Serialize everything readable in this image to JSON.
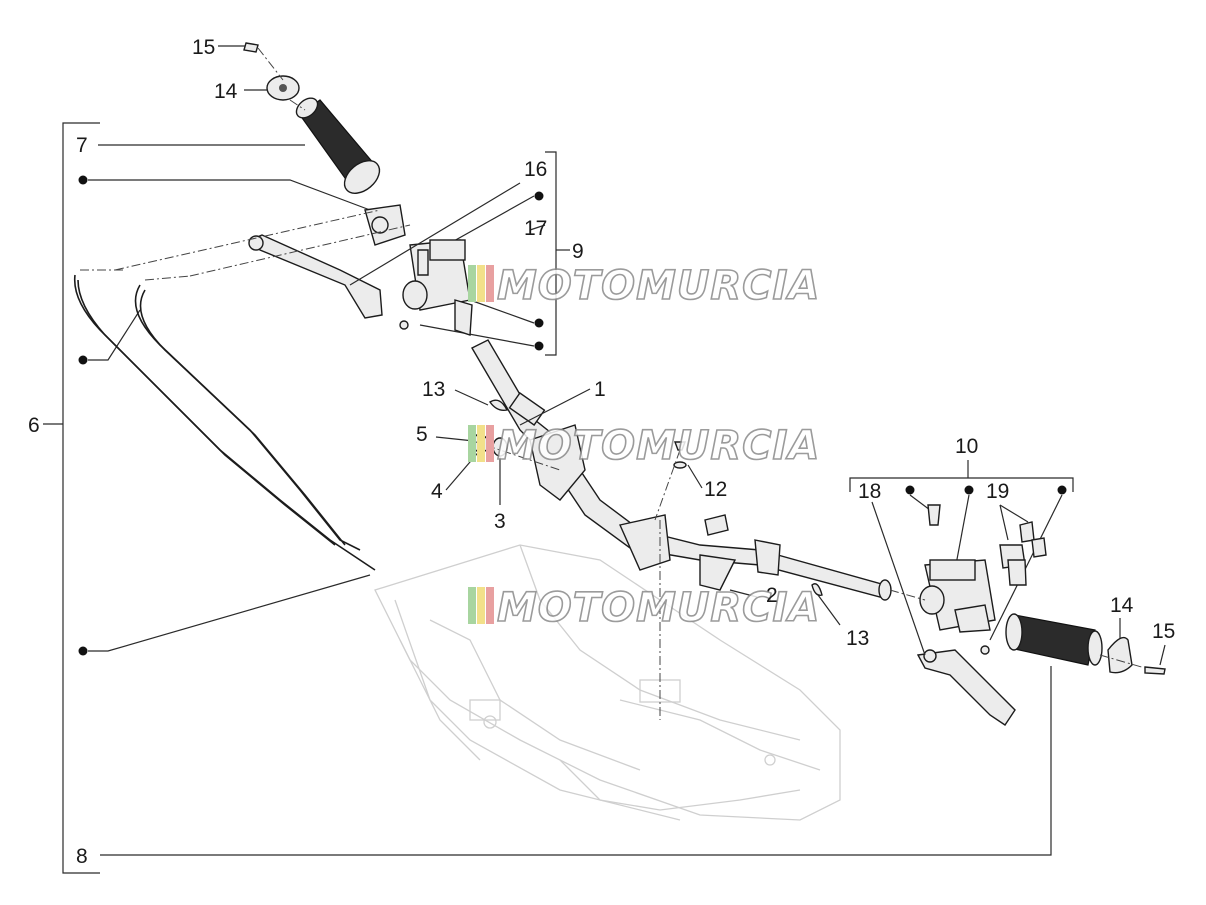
{
  "callouts": {
    "c1": "1",
    "c2": "2",
    "c3": "3",
    "c4": "4",
    "c5": "5",
    "c6": "6",
    "c7": "7",
    "c8": "8",
    "c9": "9",
    "c10": "10",
    "c12": "12",
    "c13a": "13",
    "c13b": "13",
    "c14a": "14",
    "c14b": "14",
    "c15a": "15",
    "c15b": "15",
    "c16": "16",
    "c17": "17",
    "c18": "18",
    "c19": "19"
  },
  "watermark": {
    "text": "MOTOMURCIA"
  },
  "colors": {
    "line": "#2a2a2a",
    "ghost_frame": "#cfcfcf",
    "watermark_green": "#a8d5a0",
    "watermark_yellow": "#f2e08a",
    "watermark_red": "#e8a0a0"
  }
}
